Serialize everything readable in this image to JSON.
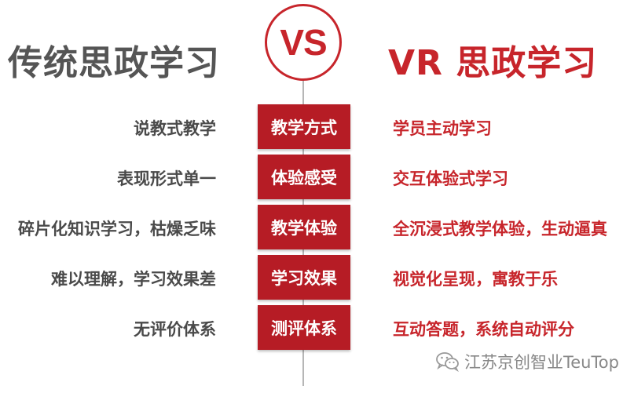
{
  "vs_label": "VS",
  "title_left": "传统思政学习",
  "title_right": "VR 思政学习",
  "rows": [
    {
      "left": "说教式教学",
      "center": "教学方式",
      "right": "学员主动学习"
    },
    {
      "left": "表现形式单一",
      "center": "体验感受",
      "right": "交互体验式学习"
    },
    {
      "left": "碎片化知识学习，枯燥乏味",
      "center": "教学体验",
      "right": "全沉浸式教学体验，生动逼真"
    },
    {
      "left": "难以理解，学习效果差",
      "center": "学习效果",
      "right": "视觉化呈现，寓教于乐"
    },
    {
      "left": "无评价体系",
      "center": "测评体系",
      "right": "互动答题，系统自动评分"
    }
  ],
  "watermark": {
    "icon": "wechat-icon",
    "text": "江苏京创智业TeuTop"
  },
  "colors": {
    "accent_red": "#c7252b",
    "box_red": "#b61c25",
    "gray_text": "#4a4a4a",
    "title_gray": "#555555"
  }
}
